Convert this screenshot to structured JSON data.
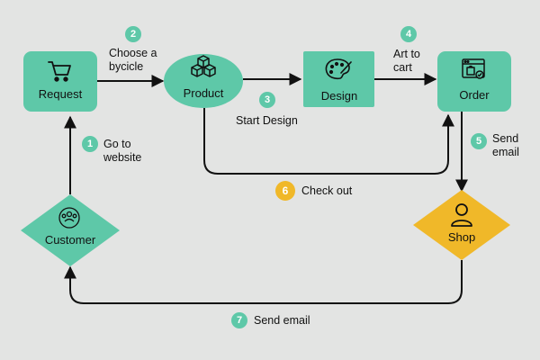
{
  "colors": {
    "background": "#e3e4e3",
    "node_teal": "#5ec8a8",
    "node_yellow": "#f0b829",
    "edge": "#111111"
  },
  "nodes": {
    "request": {
      "label": "Request",
      "icon": "shopping-cart-icon"
    },
    "product": {
      "label": "Product",
      "icon": "boxes-icon"
    },
    "design": {
      "label": "Design",
      "icon": "palette-icon"
    },
    "order": {
      "label": "Order",
      "icon": "web-order-icon"
    },
    "shop": {
      "label": "Shop",
      "icon": "person-icon"
    },
    "customer": {
      "label": "Customer",
      "icon": "people-group-icon"
    }
  },
  "steps": [
    {
      "number": "1",
      "label": "Go to\nwebsite"
    },
    {
      "number": "2",
      "label": "Choose a\nbycicle"
    },
    {
      "number": "3",
      "label": "Start Design"
    },
    {
      "number": "4",
      "label": "Art to\ncart"
    },
    {
      "number": "5",
      "label": "Send\nemail"
    },
    {
      "number": "6",
      "label": "Check out"
    },
    {
      "number": "7",
      "label": "Send email"
    }
  ]
}
